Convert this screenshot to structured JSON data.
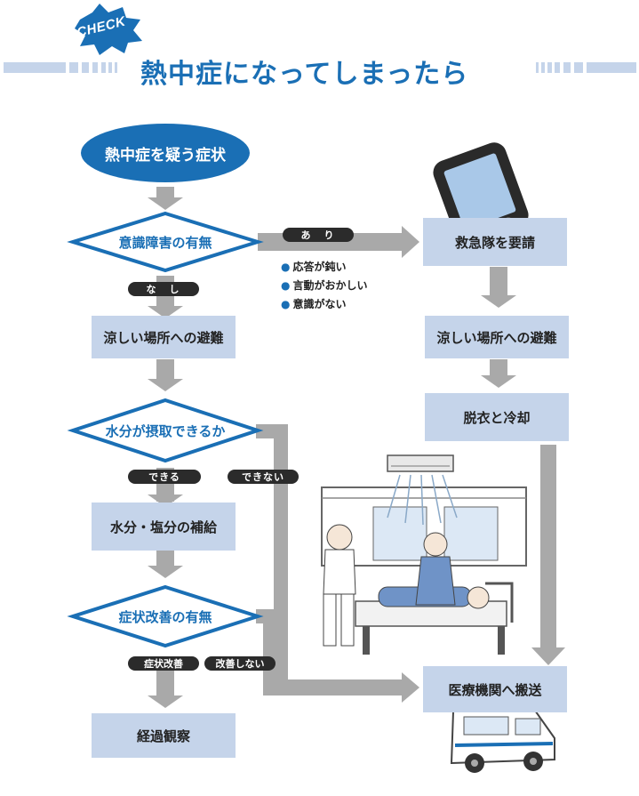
{
  "header": {
    "badge": "CHECK",
    "title": "熱中症になってしまったら"
  },
  "flow": {
    "start": "熱中症を疑う症状",
    "q_consciousness": "意識障害の有無",
    "yes_consciousness": "あ　り",
    "no_consciousness": "な　し",
    "symptoms": [
      "応答が鈍い",
      "言動がおかしい",
      "意識がない"
    ],
    "call_ambulance": "救急隊を要請",
    "cool_place_left": "涼しい場所への避難",
    "cool_place_right": "涼しい場所への避難",
    "undress_cool": "脱衣と冷却",
    "q_hydration": "水分が摂取できるか",
    "can": "できる",
    "cannot": "できない",
    "supply_water_salt": "水分・塩分の補給",
    "q_improvement": "症状改善の有無",
    "improved": "症状改善",
    "not_improved": "改善しない",
    "observe": "経過観察",
    "hospital": "医療機関へ搬送"
  },
  "colors": {
    "accent": "#1a6fb5",
    "box": "#c5d4ea",
    "arrow": "#a9a9a9",
    "pill": "#2b2b2b"
  },
  "icons": [
    "smartphone-icon",
    "ambulance-icon",
    "patient-care-illustration"
  ]
}
